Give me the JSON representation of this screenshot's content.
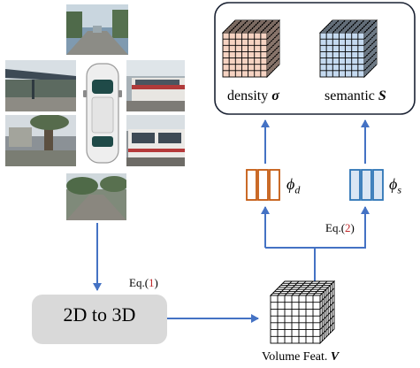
{
  "diagram": {
    "camera_views": [
      {
        "name": "front"
      },
      {
        "name": "front-left"
      },
      {
        "name": "front-right"
      },
      {
        "name": "back-left"
      },
      {
        "name": "back-right"
      },
      {
        "name": "back"
      }
    ],
    "colors": {
      "arrow": "#4472c4",
      "density_fill": "#f6d3c2",
      "semantic_fill": "#c5daf0",
      "density_mlp": "#c55a11",
      "semantic_mlp": "#2e75b6",
      "lifting_box": "#d9d9d9",
      "eq_ref": "#c0282a"
    },
    "lifting_block": {
      "label": "2D to 3D"
    },
    "eq1": {
      "prefix": "Eq.(",
      "ref": "1",
      "suffix": ")"
    },
    "eq2": {
      "prefix": "Eq.(",
      "ref": "2",
      "suffix": ")"
    },
    "volume": {
      "label_text": "Volume Feat.",
      "label_symbol": "V"
    },
    "density_head": {
      "symbol": "ϕ",
      "subscript": "d"
    },
    "semantic_head": {
      "symbol": "ϕ",
      "subscript": "s"
    },
    "outputs": {
      "density": {
        "text": "density",
        "symbol": "σ"
      },
      "semantic": {
        "text": "semantic",
        "symbol": "S"
      }
    }
  }
}
